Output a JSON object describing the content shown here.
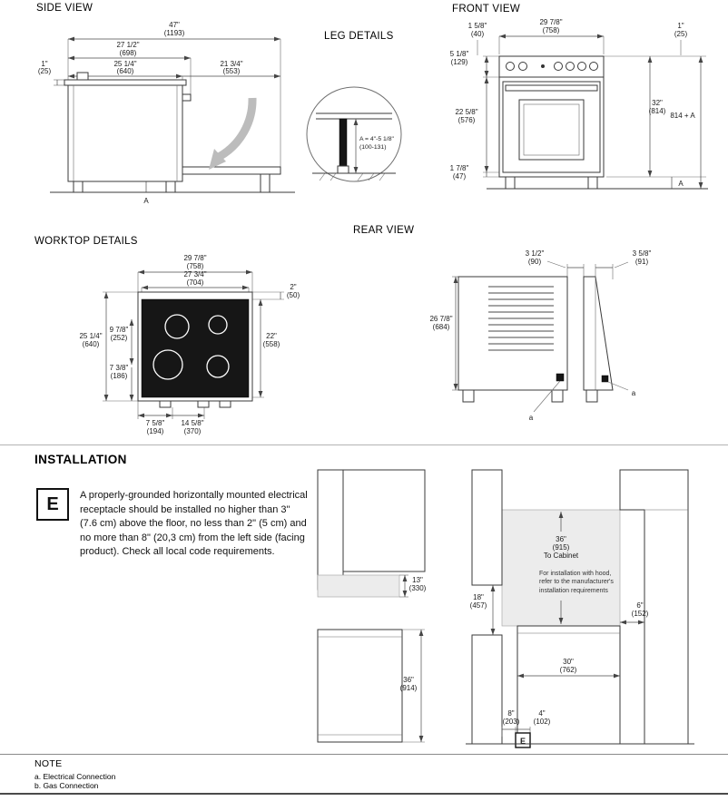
{
  "page": {
    "titles": {
      "side_view": "SIDE VIEW",
      "front_view": "FRONT VIEW",
      "leg_details": "LEG DETAILS",
      "worktop_details": "WORKTOP DETAILS",
      "rear_view": "REAR VIEW",
      "installation": "INSTALLATION",
      "note": "NOTE"
    }
  },
  "side_view": {
    "total_in": "47\"",
    "total_mm": "(1193)",
    "handle_depth_in": "27 1/2\"",
    "handle_depth_mm": "(698)",
    "body_depth_in": "25 1/4\"",
    "body_depth_mm": "(640)",
    "door_open_in": "21 3/4\"",
    "door_open_mm": "(553)",
    "top_edge_in": "1\"",
    "top_edge_mm": "(25)",
    "leg_height_label": "A"
  },
  "leg_details": {
    "range_in": "A = 4\"-5 1/8\"",
    "range_mm": "(100-131)"
  },
  "front_view": {
    "width_in": "29 7/8\"",
    "width_mm": "(758)",
    "side_trim_in": "1 5/8\"",
    "side_trim_mm": "(40)",
    "top_trim_in": "1\"",
    "top_trim_mm": "(25)",
    "panel_height_in": "5 1/8\"",
    "panel_height_mm": "(129)",
    "door_height_in": "22 5/8\"",
    "door_height_mm": "(576)",
    "body_height_in": "32\"",
    "body_height_mm": "(814)",
    "total_height": "814 + A",
    "base_trim_in": "1 7/8\"",
    "base_trim_mm": "(47)",
    "leg_height_label": "A"
  },
  "worktop": {
    "outer_width_in": "29 7/8\"",
    "outer_width_mm": "(758)",
    "inner_width_in": "27 3/4\"",
    "inner_width_mm": "(704)",
    "back_strip_in": "2\"",
    "back_strip_mm": "(50)",
    "outer_depth_in": "25 1/4\"",
    "outer_depth_mm": "(640)",
    "offset_back_in": "9 7/8\"",
    "offset_back_mm": "(252)",
    "inner_depth_in": "22\"",
    "inner_depth_mm": "(558)",
    "offset_front_in": "7 3/8\"",
    "offset_front_mm": "(186)",
    "tab_offset_1_in": "7 5/8\"",
    "tab_offset_1_mm": "(194)",
    "tab_offset_2_in": "14 5/8\"",
    "tab_offset_2_mm": "(370)"
  },
  "rear_view": {
    "gap_left_in": "3 1/2\"",
    "gap_left_mm": "(90)",
    "gap_right_in": "3 5/8\"",
    "gap_right_mm": "(91)",
    "height_in": "26 7/8\"",
    "height_mm": "(684)",
    "callout_a": "a"
  },
  "installation": {
    "legend_marker": "E",
    "body_text": "A properly-grounded horizontally mounted electrical receptacle should be installed no higher than 3\" (7.6 cm) above the floor, no less than 2\" (5 cm) and no more than 8\" (20,3 cm) from the left side (facing product). Check all local code requirements.",
    "left_diagram": {
      "band_in": "13\"",
      "band_mm": "(330)",
      "height_in": "36\"",
      "height_mm": "(914)"
    },
    "right_diagram": {
      "clearance_in": "36\"",
      "clearance_mm": "(915)",
      "clearance_label": "To Cabinet",
      "hood_note": "For installation with hood, refer to the manufacturer's installation requirements",
      "left_gap_in": "18\"",
      "left_gap_mm": "(457)",
      "right_gap_in": "6\"",
      "right_gap_mm": "(152)",
      "width_in": "30\"",
      "width_mm": "(762)",
      "offset_a_in": "8\"",
      "offset_a_mm": "(203)",
      "offset_b_in": "4\"",
      "offset_b_mm": "(102)",
      "marker": "E"
    }
  },
  "note": {
    "item_a": "a. Electrical Connection",
    "item_b": "b. Gas Connection"
  }
}
